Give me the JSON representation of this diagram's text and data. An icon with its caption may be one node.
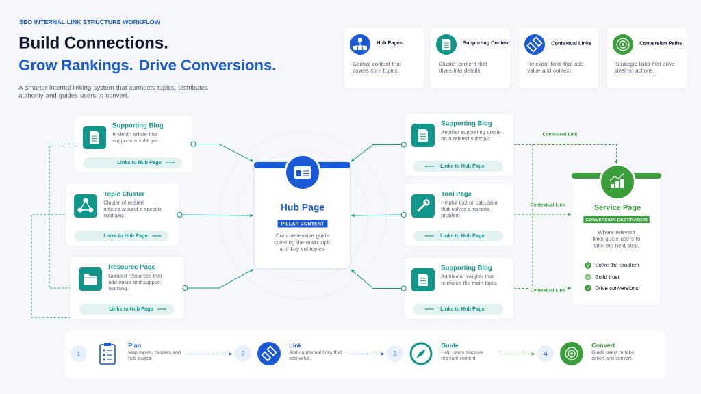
{
  "diagram": {
    "title": "SEO INTERNAL LINK STRUCTURE WORKFLOW",
    "nodes": [
      {
        "text": [
          "Hub Pages",
          "Central content that covers core topics."
        ]
      },
      {
        "text": [
          "Supporting Content",
          "Cluster content that dives into details."
        ]
      },
      {
        "text": [
          "Contextual Links",
          "Relevant links that add value and context."
        ]
      },
      {
        "text": [
          "Conversion Paths",
          "Strategic links that drive desired actions."
        ]
      },
      {
        "text": [
          "Supporting Blog",
          "In-depth article that supports a subtopic.",
          "Links to Hub Page"
        ]
      },
      {
        "text": [
          "Topic Cluster",
          "Cluster of related articles around a specific subtopic.",
          "Links to Hub Page"
        ]
      },
      {
        "text": [
          "Resource Page",
          "Curated resources that add value and support learning.",
          "Links to Hub Page"
        ]
      },
      {
        "text": [
          "Hub Page",
          "PILLAR CONTENT",
          "Comprehensive guide covering the main topic and key subtopics."
        ]
      },
      {
        "text": [
          "Supporting Blog",
          "Another supporting article on a related subtopic.",
          "Links to Hub Page"
        ]
      },
      {
        "text": [
          "Tool Page",
          "Helpful tool or calculator that solves a specific problem.",
          "Links to Hub Page"
        ]
      },
      {
        "text": [
          "Supporting Blog",
          "Additional insights that reinforce the main topic.",
          "Links to Hub Page"
        ]
      },
      {
        "text": [
          "Service Page",
          "CONVERSION DESTINATION",
          "Where relevant links guide users to take the next step.",
          "Solve the problem",
          "Build trust",
          "Drive conversions"
        ]
      },
      {
        "text": [
          "1",
          "Plan",
          "Map topics, clusters and hub pages."
        ]
      },
      {
        "text": [
          "2",
          "Link",
          "Add contextual links that add value."
        ]
      },
      {
        "text": [
          "3",
          "Guide",
          "Help users discover relevant content."
        ]
      },
      {
        "text": [
          "4",
          "Convert",
          "Guide users to take action and convert."
        ]
      }
    ],
    "edges": [
      {
        "from": 4,
        "to": 7,
        "arrow": "to"
      },
      {
        "from": 5,
        "to": 7,
        "arrow": "to"
      },
      {
        "from": 6,
        "to": 7,
        "arrow": "to"
      },
      {
        "from": 8,
        "to": 7,
        "arrow": "to"
      },
      {
        "from": 9,
        "to": 7,
        "arrow": "to"
      },
      {
        "from": 10,
        "to": 7,
        "arrow": "to"
      },
      {
        "from": 4,
        "to": 6,
        "arrow": "none",
        "style": "dashed"
      },
      {
        "from": 5,
        "to": 6,
        "arrow": "none",
        "style": "dashed"
      },
      {
        "from": 8,
        "to": 11,
        "arrow": "to",
        "label": "Contextual Link",
        "style": "dashed",
        "color": "#3a9e3a"
      },
      {
        "from": 9,
        "to": 11,
        "arrow": "to",
        "label": "Contextual Link",
        "style": "dashed",
        "color": "#3a9e3a"
      },
      {
        "from": 10,
        "to": 11,
        "arrow": "to",
        "label": "Contextual Link",
        "style": "dashed",
        "color": "#3a9e3a"
      },
      {
        "from": 12,
        "to": 13,
        "arrow": "to",
        "style": "dashed",
        "color": "#1a5ad7"
      },
      {
        "from": 13,
        "to": 14,
        "arrow": "to",
        "style": "dashed",
        "color": "#1a5ad7"
      },
      {
        "from": 14,
        "to": 15,
        "arrow": "to",
        "style": "dashed",
        "color": "#3a9e3a"
      }
    ],
    "labels": [
      "Build Connections.",
      "Grow Rankings. Drive Conversions.",
      "A smarter internal linking system that connects topics, distributes authority and guides users to convert."
    ]
  }
}
